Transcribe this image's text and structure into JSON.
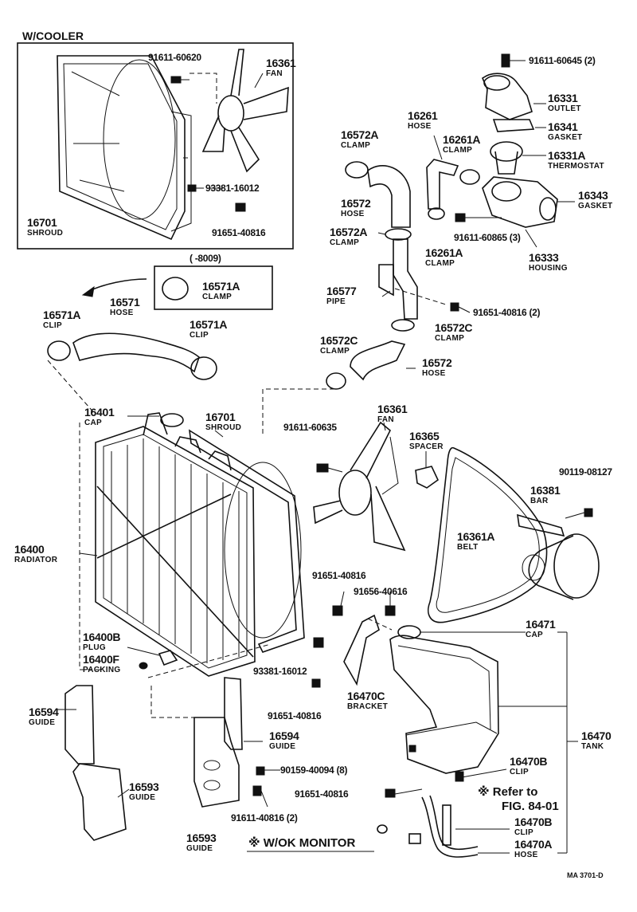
{
  "boxes": {
    "cooler_title": "W/COOLER",
    "range_note": "(       -8009)"
  },
  "labels": [
    {
      "id": "cooler-bolt-pn",
      "text": "91611-60620"
    },
    {
      "id": "cooler-fan-pn",
      "text": "16361"
    },
    {
      "id": "cooler-fan-nm",
      "text": "FAN"
    },
    {
      "id": "cooler-screw-pn",
      "text": "93381-16012"
    },
    {
      "id": "cooler-shroud-pn",
      "text": "16701"
    },
    {
      "id": "cooler-shroud-nm",
      "text": "SHROUD"
    },
    {
      "id": "cooler-bolt2-pn",
      "text": "91651-40816"
    },
    {
      "id": "bolt-top-pn",
      "text": "91611-60645 (2)"
    },
    {
      "id": "outlet-pn",
      "text": "16331"
    },
    {
      "id": "outlet-nm",
      "text": "OUTLET"
    },
    {
      "id": "gasket1-pn",
      "text": "16341"
    },
    {
      "id": "gasket1-nm",
      "text": "GASKET"
    },
    {
      "id": "thermo-pn",
      "text": "16331A"
    },
    {
      "id": "thermo-nm",
      "text": "THERMOSTAT"
    },
    {
      "id": "gasket2-pn",
      "text": "16343"
    },
    {
      "id": "gasket2-nm",
      "text": "GASKET"
    },
    {
      "id": "housing-bolt-pn",
      "text": "91611-60865 (3)"
    },
    {
      "id": "housing-pn",
      "text": "16333"
    },
    {
      "id": "housing-nm",
      "text": "HOUSING"
    },
    {
      "id": "hose16261-pn",
      "text": "16261"
    },
    {
      "id": "hose16261-nm",
      "text": "HOSE"
    },
    {
      "id": "clamp16261a-pn",
      "text": "16261A"
    },
    {
      "id": "clamp16261a-nm",
      "text": "CLAMP"
    },
    {
      "id": "clamp16261a2-pn",
      "text": "16261A"
    },
    {
      "id": "clamp16261a2-nm",
      "text": "CLAMP"
    },
    {
      "id": "clamp16572a-pn",
      "text": "16572A"
    },
    {
      "id": "clamp16572a-nm",
      "text": "CLAMP"
    },
    {
      "id": "hose16572-pn",
      "text": "16572"
    },
    {
      "id": "hose16572-nm",
      "text": "HOSE"
    },
    {
      "id": "clamp16572a2-pn",
      "text": "16572A"
    },
    {
      "id": "clamp16572a2-nm",
      "text": "CLAMP"
    },
    {
      "id": "clamp16571a-pn",
      "text": "16571A"
    },
    {
      "id": "clamp16571a-nm",
      "text": "CLAMP"
    },
    {
      "id": "clip16571a-pn",
      "text": "16571A"
    },
    {
      "id": "clip16571a-nm",
      "text": "CLIP"
    },
    {
      "id": "hose16571-pn",
      "text": "16571"
    },
    {
      "id": "hose16571-nm",
      "text": "HOSE"
    },
    {
      "id": "clip16571a2-pn",
      "text": "16571A"
    },
    {
      "id": "clip16571a2-nm",
      "text": "CLIP"
    },
    {
      "id": "pipe-pn",
      "text": "16577"
    },
    {
      "id": "pipe-nm",
      "text": "PIPE"
    },
    {
      "id": "pipe-bolt-pn",
      "text": "91651-40816 (2)"
    },
    {
      "id": "clamp16572c-pn",
      "text": "16572C"
    },
    {
      "id": "clamp16572c-nm",
      "text": "CLAMP"
    },
    {
      "id": "clamp16572c2-pn",
      "text": "16572C"
    },
    {
      "id": "clamp16572c2-nm",
      "text": "CLAMP"
    },
    {
      "id": "hose16572b-pn",
      "text": "16572"
    },
    {
      "id": "hose16572b-nm",
      "text": "HOSE"
    },
    {
      "id": "cap-pn",
      "text": "16401"
    },
    {
      "id": "cap-nm",
      "text": "CAP"
    },
    {
      "id": "shroud-pn",
      "text": "16701"
    },
    {
      "id": "shroud-nm",
      "text": "SHROUD"
    },
    {
      "id": "fan-pn",
      "text": "16361"
    },
    {
      "id": "fan-nm",
      "text": "FAN"
    },
    {
      "id": "fan-bolt-pn",
      "text": "91611-60635"
    },
    {
      "id": "spacer-pn",
      "text": "16365"
    },
    {
      "id": "spacer-nm",
      "text": "SPACER"
    },
    {
      "id": "bar-bolt-pn",
      "text": "90119-08127"
    },
    {
      "id": "bar-pn",
      "text": "16381"
    },
    {
      "id": "bar-nm",
      "text": "BAR"
    },
    {
      "id": "belt-pn",
      "text": "16361A"
    },
    {
      "id": "belt-nm",
      "text": "BELT"
    },
    {
      "id": "radiator-pn",
      "text": "16400"
    },
    {
      "id": "radiator-nm",
      "text": "RADIATOR"
    },
    {
      "id": "bolt-40816-pn",
      "text": "91651-40816"
    },
    {
      "id": "bolt-40616-pn",
      "text": "91656-40616"
    },
    {
      "id": "tankcap-pn",
      "text": "16471"
    },
    {
      "id": "tankcap-nm",
      "text": "CAP"
    },
    {
      "id": "plug-pn",
      "text": "16400B"
    },
    {
      "id": "plug-nm",
      "text": "PLUG"
    },
    {
      "id": "packing-pn",
      "text": "16400F"
    },
    {
      "id": "packing-nm",
      "text": "PACKING"
    },
    {
      "id": "screw-16012-pn",
      "text": "93381-16012"
    },
    {
      "id": "bracket-pn",
      "text": "16470C"
    },
    {
      "id": "bracket-nm",
      "text": "BRACKET"
    },
    {
      "id": "bolt-40816b-pn",
      "text": "91651-40816"
    },
    {
      "id": "guide-16594-pn",
      "text": "16594"
    },
    {
      "id": "guide-16594-nm",
      "text": "GUIDE"
    },
    {
      "id": "guide-16594b-pn",
      "text": "16594"
    },
    {
      "id": "guide-16594b-nm",
      "text": "GUIDE"
    },
    {
      "id": "tank-pn",
      "text": "16470"
    },
    {
      "id": "tank-nm",
      "text": "TANK"
    },
    {
      "id": "screw-40094-pn",
      "text": "90159-40094 (8)"
    },
    {
      "id": "clip16470b-pn",
      "text": "16470B"
    },
    {
      "id": "clip16470b-nm",
      "text": "CLIP"
    },
    {
      "id": "guide-16593-pn",
      "text": "16593"
    },
    {
      "id": "guide-16593-nm",
      "text": "GUIDE"
    },
    {
      "id": "bolt-40816c-pn",
      "text": "91651-40816"
    },
    {
      "id": "refer-1",
      "text": "※ Refer to"
    },
    {
      "id": "refer-2",
      "text": "FIG. 84-01"
    },
    {
      "id": "bolt-40816x2-pn",
      "text": "91611-40816 (2)"
    },
    {
      "id": "clip16470b2-pn",
      "text": "16470B"
    },
    {
      "id": "clip16470b2-nm",
      "text": "CLIP"
    },
    {
      "id": "guide-16593b-pn",
      "text": "16593"
    },
    {
      "id": "guide-16593b-nm",
      "text": "GUIDE"
    },
    {
      "id": "monitor-note",
      "text": "※ W/OK  MONITOR"
    },
    {
      "id": "hose16470a-pn",
      "text": "16470A"
    },
    {
      "id": "hose16470a-nm",
      "text": "HOSE"
    },
    {
      "id": "figure-code",
      "text": "MA  3701-D"
    }
  ]
}
